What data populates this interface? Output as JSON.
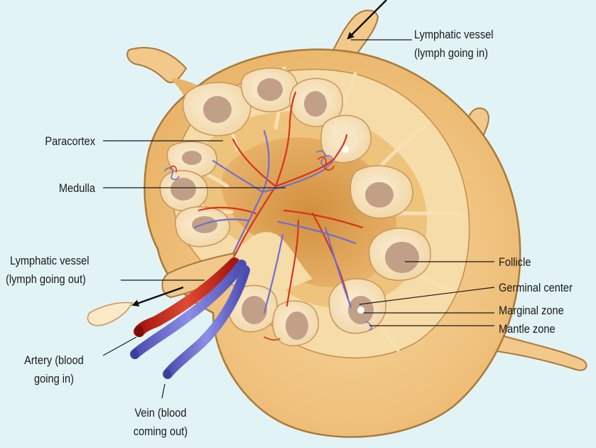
{
  "labels": {
    "lymphatic_in_line1": "Lymphatic vessel",
    "lymphatic_in_line2": "(lymph going in)",
    "paracortex": "Paracortex",
    "medulla": "Medulla",
    "lymphatic_out_line1": "Lymphatic vessel",
    "lymphatic_out_line2": "(lymph going out)",
    "artery_line1": "Artery (blood",
    "artery_line2": "going in)",
    "vein_line1": "Vein (blood",
    "vein_line2": "coming out)",
    "follicle": "Follicle",
    "germinal_center": "Germinal center",
    "marginal_zone": "Marginal zone",
    "mantle_zone": "Mantle zone"
  },
  "colors": {
    "background": "#e2f3f5",
    "capsule": "#f2c98a",
    "capsule_outline": "#a97a3a",
    "cortex": "#f6dca8",
    "paracortex": "#eec47d",
    "medulla": "#dba04c",
    "follicle": "#f7e6c4",
    "germinal_center": "#c2a088",
    "artery": "#d8321e",
    "vein": "#6e6fcf"
  }
}
